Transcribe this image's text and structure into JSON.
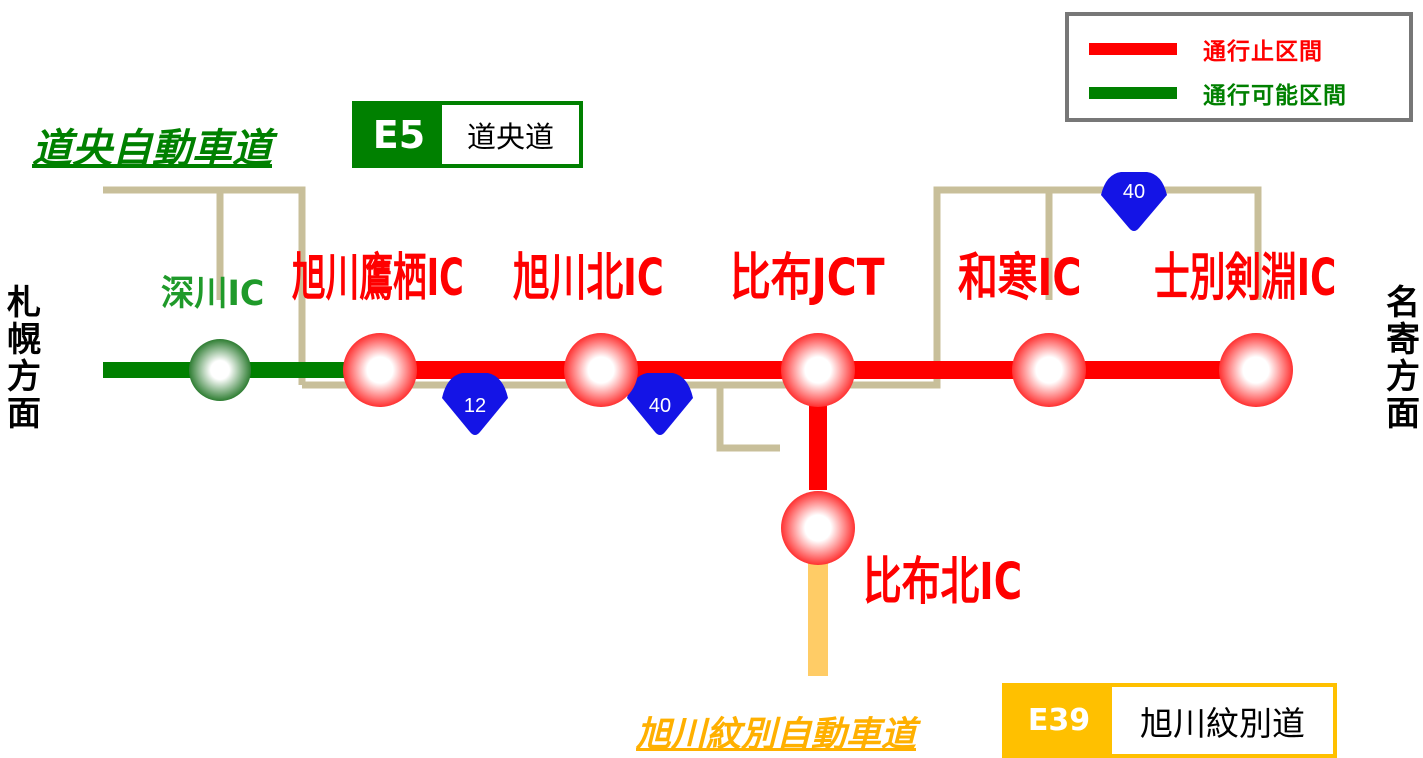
{
  "legend": {
    "closed_label": "通行止区間",
    "open_label": "通行可能区間",
    "closed_color": "#ff0000",
    "open_color": "#008000"
  },
  "roads": {
    "doou": {
      "name": "道央自動車道",
      "code": "E5",
      "short": "道央道",
      "color": "#008000"
    },
    "monbetsu": {
      "name": "旭川紋別自動車道",
      "code": "E39",
      "short": "旭川紋別道",
      "color": "#ffc000"
    }
  },
  "stations": {
    "fukagawa": {
      "label": "深川IC",
      "status": "open"
    },
    "asahikawa_takasu": {
      "label": "旭川鷹栖IC",
      "status": "closed"
    },
    "asahikawa_kita": {
      "label": "旭川北IC",
      "status": "closed"
    },
    "pippu_jct": {
      "label": "比布JCT",
      "status": "closed"
    },
    "wassamu": {
      "label": "和寒IC",
      "status": "closed"
    },
    "shibetsu_kembuchi": {
      "label": "士別剣淵IC",
      "status": "closed"
    },
    "pippu_kita": {
      "label": "比布北IC",
      "status": "closed"
    }
  },
  "national_routes": {
    "r12": "12",
    "r40_lower": "40",
    "r40_upper": "40"
  },
  "directions": {
    "sapporo": [
      "札",
      "幌",
      "方",
      "面"
    ],
    "nayoro": [
      "名",
      "寄",
      "方",
      "面"
    ]
  },
  "colors": {
    "local_road": "#c8bf9a",
    "route_shield": "#1414e6"
  }
}
